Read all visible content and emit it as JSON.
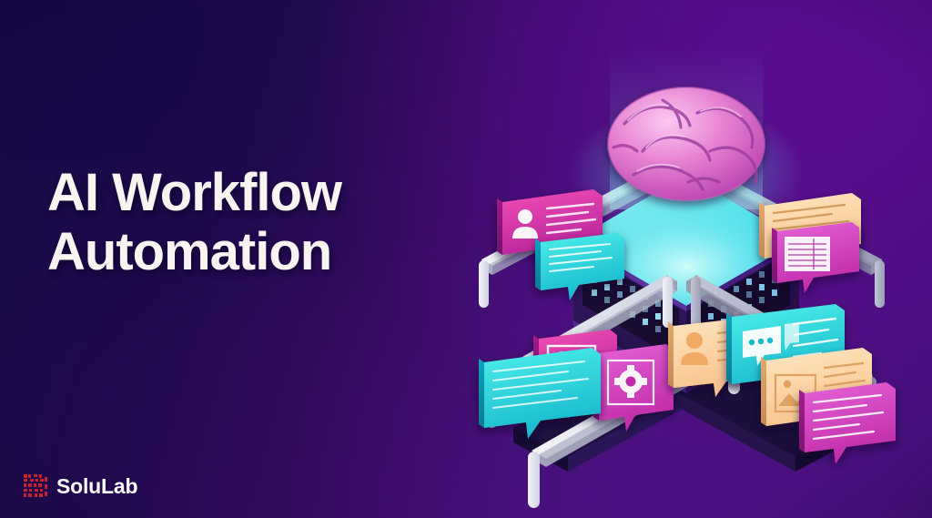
{
  "banner": {
    "background_colors": {
      "deep_navy": "#190a46",
      "indigo": "#22094f",
      "purple": "#4d1182",
      "magenta_glow": "#5a0d8f"
    }
  },
  "headline": {
    "line1": "AI Workflow",
    "line2": "Automation",
    "color": "#f7f4f2"
  },
  "logo": {
    "name": "SoluLab",
    "mark_color": "#d3202f",
    "mark_icon": "pixel-qr-mark-icon",
    "text_color": "#ffffff"
  },
  "illustration": {
    "name": "ai-workflow-automation-isometric-illustration",
    "palette": {
      "cyan": "#25d8e0",
      "cyan_light": "#7df3f3",
      "magenta": "#e4319f",
      "pink": "#d94ec8",
      "orange": "#f7c48a",
      "peach": "#fbd9a9",
      "rail_light": "#e8e9f2",
      "rail_shade": "#b9bbcd",
      "box_dark": "#2c1254",
      "box_mid": "#3d1a74",
      "box_edge": "#6d2fb8",
      "brain_pink": "#e078c8",
      "brain_light": "#f2b8e2"
    },
    "elements": [
      {
        "name": "brain",
        "label": "AI brain",
        "color": "#e078c8"
      },
      {
        "name": "light-column",
        "label": "glowing light shaft",
        "color": "#6fe6ef"
      },
      {
        "name": "server-cube",
        "label": "isometric server cube with LED panels",
        "color": "#2c1254"
      },
      {
        "name": "conveyor-rails",
        "label": "crossing conveyor rails",
        "color": "#e8e9f2"
      },
      {
        "name": "chat-bubbles",
        "label": "floating message bubbles",
        "count": 10
      }
    ],
    "bubbles": [
      {
        "name": "bubble-user-magenta",
        "icon": "user-icon",
        "color": "#e4319f",
        "position": "upper-left"
      },
      {
        "name": "bubble-text-cyan-upper",
        "icon": "text-lines-icon",
        "color": "#25d8e0",
        "position": "upper-left-inner"
      },
      {
        "name": "bubble-text-peach",
        "icon": "text-lines-icon",
        "color": "#fbd9a9",
        "position": "upper-right"
      },
      {
        "name": "bubble-document-magenta",
        "icon": "document-table-icon",
        "color": "#d94ec8",
        "position": "upper-right-outer"
      },
      {
        "name": "bubble-image-pink",
        "icon": "image-icon",
        "color": "#e4319f",
        "position": "center-left"
      },
      {
        "name": "bubble-settings-pink",
        "icon": "gear-icon",
        "color": "#e4319f",
        "position": "center"
      },
      {
        "name": "bubble-user-peach",
        "icon": "user-icon",
        "color": "#fbd9a9",
        "position": "center-right"
      },
      {
        "name": "bubble-text-cyan-lower",
        "icon": "text-lines-icon",
        "color": "#25d8e0",
        "position": "lower-left"
      },
      {
        "name": "bubble-chat-cyan",
        "icon": "chat-dots-icon",
        "color": "#25d8e0",
        "position": "right-upper"
      },
      {
        "name": "bubble-image-orange",
        "icon": "image-icon",
        "color": "#f7c48a",
        "position": "right-center"
      },
      {
        "name": "bubble-text-magenta",
        "icon": "text-lines-icon",
        "color": "#e4319f",
        "position": "right-lower"
      }
    ]
  }
}
